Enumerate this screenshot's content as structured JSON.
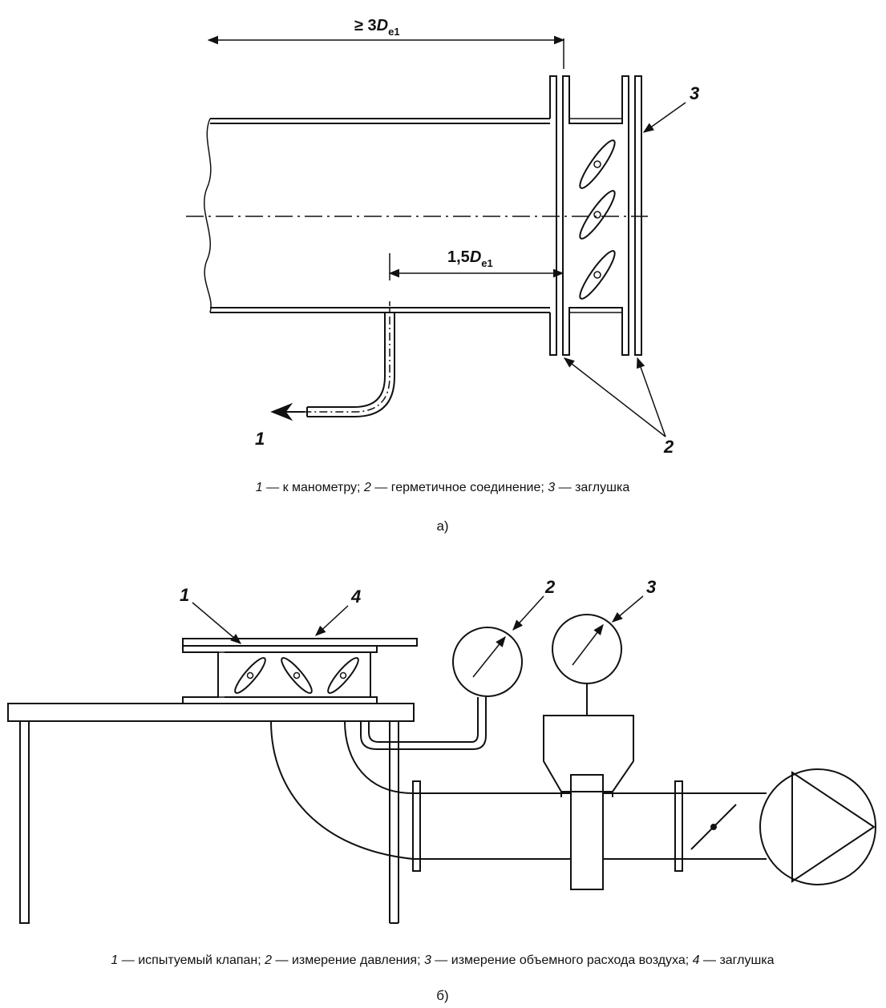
{
  "figure_a": {
    "dim_top": {
      "prefix": "≥ 3",
      "var": "D",
      "sub": "e1"
    },
    "dim_mid": {
      "prefix": "1,5",
      "var": "D",
      "sub": "e1"
    },
    "callouts": {
      "c1": "1",
      "c2": "2",
      "c3": "3"
    },
    "caption": [
      {
        "num": "1",
        "text": " — к манометру; "
      },
      {
        "num": "2",
        "text": " — герметичное соединение; "
      },
      {
        "num": "3",
        "text": " — заглушка"
      }
    ],
    "sublabel": "а)"
  },
  "figure_b": {
    "callouts": {
      "c1": "1",
      "c2": "2",
      "c3": "3",
      "c4": "4"
    },
    "caption": [
      {
        "num": "1",
        "text": " — испытуемый клапан; "
      },
      {
        "num": "2",
        "text": " — измерение давления; "
      },
      {
        "num": "3",
        "text": " — измерение объемного расхода воздуха; "
      },
      {
        "num": "4",
        "text": " — заглушка"
      }
    ],
    "sublabel": "б)"
  }
}
